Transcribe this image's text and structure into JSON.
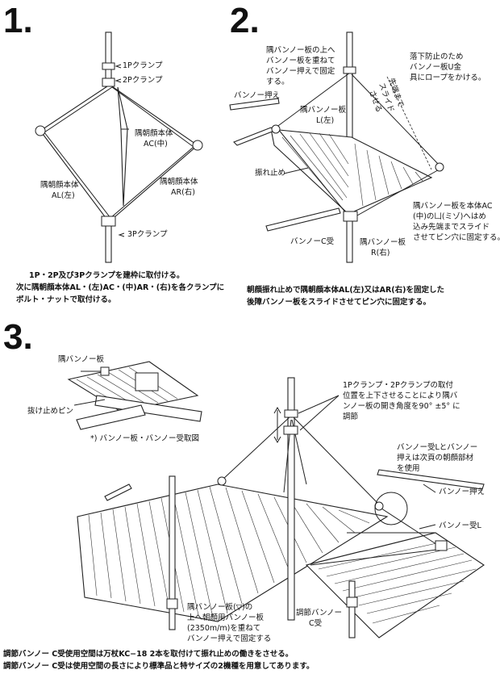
{
  "steps": {
    "s1": "1.",
    "s2": "2.",
    "s3": "3."
  },
  "step1": {
    "label_1p": "1Pクランプ",
    "label_2p": "2Pクランプ",
    "label_ac_1": "隅朝顔本体",
    "label_ac_2": "AC(中)",
    "label_al_1": "隅朝顔本体",
    "label_al_2": "AL(左)",
    "label_ar_1": "隅朝顔本体",
    "label_ar_2": "AR(右)",
    "label_3p": "3Pクランプ",
    "caption_1": "1P・2P及び3Pクランプを建枠に取付ける。",
    "caption_2": "次に隅朝顔本体AL・(左)AC・(中)AR・(右)を各クランプに",
    "caption_3": "ボルト・ナットで取付ける。"
  },
  "step2": {
    "note_top_1": "隅バンノー板の上へ",
    "note_top_2": "バンノー板を重ねて",
    "note_top_3": "バンノー押えで固定",
    "note_top_4": "する。",
    "label_osae": "バンノー押え",
    "label_sumi_l_1": "隅バンノー板",
    "label_sumi_l_2": "L(左)",
    "label_slide_1": "先端まで",
    "label_slide_2": "スライド",
    "label_slide_3": "させる",
    "label_rope_1": "落下防止のため",
    "label_rope_2": "バンノー板U金",
    "label_rope_3": "具にロープをかける。",
    "label_furedome": "振れ止め",
    "label_ac_note_1": "隅バンノー板を本体AC",
    "label_ac_note_2": "(中)の凵(ミゾ)へはめ",
    "label_ac_note_3": "込み先端までスライド",
    "label_ac_note_4": "させてピン穴に固定する。",
    "label_cuke": "バンノーC受",
    "label_sumi_r_1": "隅バンノー板",
    "label_sumi_r_2": "R(右)",
    "caption_1": "朝顔振れ止めで隅朝顔本体AL(左)又はAR(右)を固定した",
    "caption_2": "後障バンノー板をスライドさせてピン穴に固定する。"
  },
  "step3": {
    "label_sumi": "隅バンノー板",
    "label_pin": "抜け止めピン",
    "label_detail": "*) バンノー板・バンノー受取図",
    "note_clamp_1": "1Pクランプ・2Pクランプの取付",
    "note_clamp_2": "位置を上下させることにより隅バ",
    "note_clamp_3": "ンノー板の開き角度を90° ±5° に",
    "note_clamp_4": "調節",
    "note_uke_1": "バンノー受Lとバンノー",
    "note_uke_2": "押えは次頁の朝顔部材",
    "note_uke_3": "を使用",
    "label_osae": "バンノー押え",
    "label_uke_l": "バンノー受L",
    "note_lower_1": "隅バンノー板(▽)の",
    "note_lower_2": "上へ朝顔用バンノー板",
    "note_lower_3": "(2350m/m)を重ねて",
    "note_lower_4": "バンノー押えで固定する",
    "label_chosetsu_1": "調節バンノー",
    "label_chosetsu_2": "C受"
  },
  "footer": {
    "line1": "調節バンノー C受使用空間は万杖KC−18 2本を取付けて振れ止めの働きをさせる。",
    "line2": "調節バンノー C受は使用空間の長さにより標準品と特サイズの2機種を用意してあります。"
  }
}
